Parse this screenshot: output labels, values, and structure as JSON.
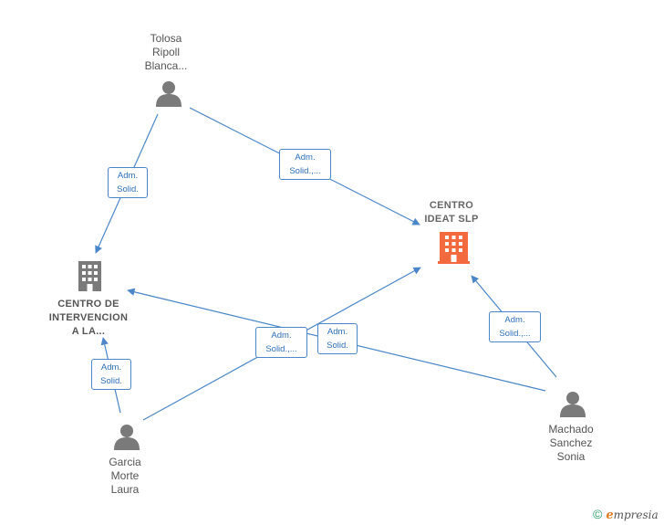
{
  "nodes": {
    "tolosa": {
      "lines": [
        "Tolosa",
        "Ripoll",
        "Blanca..."
      ]
    },
    "centro_ideat": {
      "lines": [
        "CENTRO",
        "IDEAT SLP"
      ]
    },
    "centro_intervencion": {
      "lines": [
        "CENTRO DE",
        "INTERVENCION",
        "A LA..."
      ]
    },
    "garcia": {
      "lines": [
        "Garcia",
        "Morte",
        "Laura"
      ]
    },
    "machado": {
      "lines": [
        "Machado",
        "Sanchez",
        "Sonia"
      ]
    }
  },
  "edges": {
    "tolosa_to_intervencion": {
      "lines": [
        "Adm.",
        "Solid."
      ]
    },
    "tolosa_to_ideat": {
      "lines": [
        "Adm.",
        "Solid.,..."
      ]
    },
    "garcia_to_intervencion": {
      "lines": [
        "Adm.",
        "Solid."
      ]
    },
    "garcia_to_ideat": {
      "lines": [
        "Adm.",
        "Solid.,..."
      ]
    },
    "machado_to_intervencion": {
      "lines": [
        "Adm.",
        "Solid."
      ]
    },
    "machado_to_ideat": {
      "lines": [
        "Adm.",
        "Solid.,..."
      ]
    }
  },
  "colors": {
    "edge": "#4a86c8",
    "person": "#7a7a7a",
    "company": "#7a7a7a",
    "company_highlight": "#f26a3d"
  },
  "icons": {
    "person": "person-icon",
    "company": "building-icon"
  },
  "brand": {
    "copyright": "©",
    "initial": "e",
    "rest": "mpresia"
  }
}
